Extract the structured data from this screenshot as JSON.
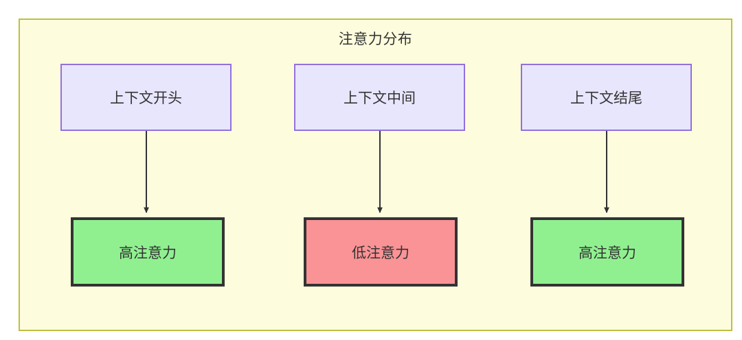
{
  "diagram": {
    "title": "注意力分布",
    "background_color": "#fdfdde",
    "frame_border_color": "#bfbf3f",
    "context_node_fill": "#e8e6fd",
    "context_node_border": "#9370db",
    "high_attention_fill": "#90f090",
    "low_attention_fill": "#fa9396",
    "attention_node_border": "#333333",
    "edge_color": "#333333",
    "nodes": {
      "context": [
        {
          "id": "ctx-start",
          "label": "上下文开头"
        },
        {
          "id": "ctx-mid",
          "label": "上下文中间"
        },
        {
          "id": "ctx-end",
          "label": "上下文结尾"
        }
      ],
      "attention": [
        {
          "id": "attn-start",
          "label": "高注意力",
          "level": "high"
        },
        {
          "id": "attn-mid",
          "label": "低注意力",
          "level": "low"
        },
        {
          "id": "attn-end",
          "label": "高注意力",
          "level": "high"
        }
      ]
    },
    "edges": [
      {
        "from": "上下文开头",
        "to": "高注意力"
      },
      {
        "from": "上下文中间",
        "to": "低注意力"
      },
      {
        "from": "上下文结尾",
        "to": "高注意力"
      }
    ]
  }
}
